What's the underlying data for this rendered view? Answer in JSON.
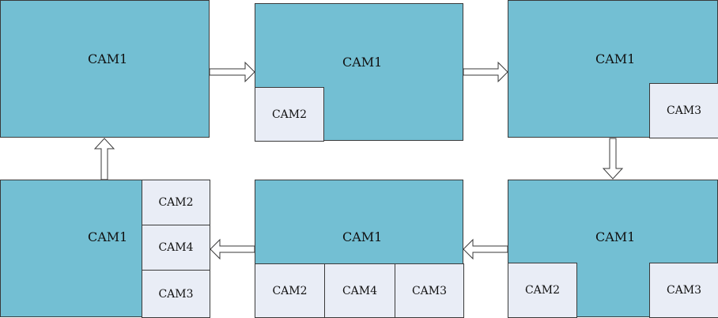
{
  "colors": {
    "panel_fill": "#73bfd3",
    "sub_fill": "#e9edf6",
    "border": "#3a3a3a",
    "arrow_fill": "#ffffff",
    "arrow_stroke": "#3a3a3a"
  },
  "states": [
    {
      "main": "CAM1",
      "subs": []
    },
    {
      "main": "CAM1",
      "subs": [
        "CAM2"
      ]
    },
    {
      "main": "CAM1",
      "subs": [
        "CAM3"
      ]
    },
    {
      "main": "CAM1",
      "subs": [
        "CAM2",
        "CAM3"
      ]
    },
    {
      "main": "CAM1",
      "subs": [
        "CAM2",
        "CAM4",
        "CAM3"
      ]
    },
    {
      "main": "CAM1",
      "subs": [
        "CAM2",
        "CAM4",
        "CAM3"
      ]
    }
  ]
}
